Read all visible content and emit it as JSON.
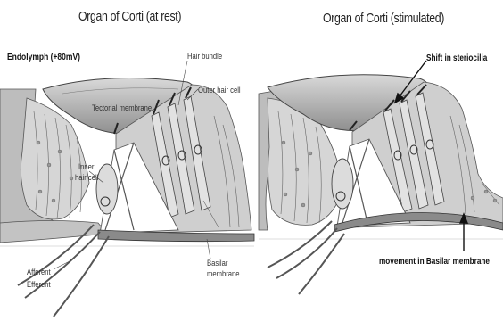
{
  "panels": [
    {
      "title": "Organ of Corti (at rest)",
      "labels": {
        "endolymph": "Endolymph (+80mV)",
        "hair_bundle": "Hair bundle",
        "outer_hair_cell": "Outer hair cell",
        "tectorial_membrane": "Tectorial membrane",
        "inner_hair_cell_1": "Inner",
        "inner_hair_cell_2": "hair cell",
        "basilar_membrane_1": "Basilar",
        "basilar_membrane_2": "membrane",
        "afferent": "Afferent",
        "efferent": "Efferent"
      }
    },
    {
      "title": "Organ of Corti (stimulated)",
      "labels": {
        "shift": "Shift in steriocilia",
        "movement": "movement in Basilar membrane"
      }
    }
  ]
}
